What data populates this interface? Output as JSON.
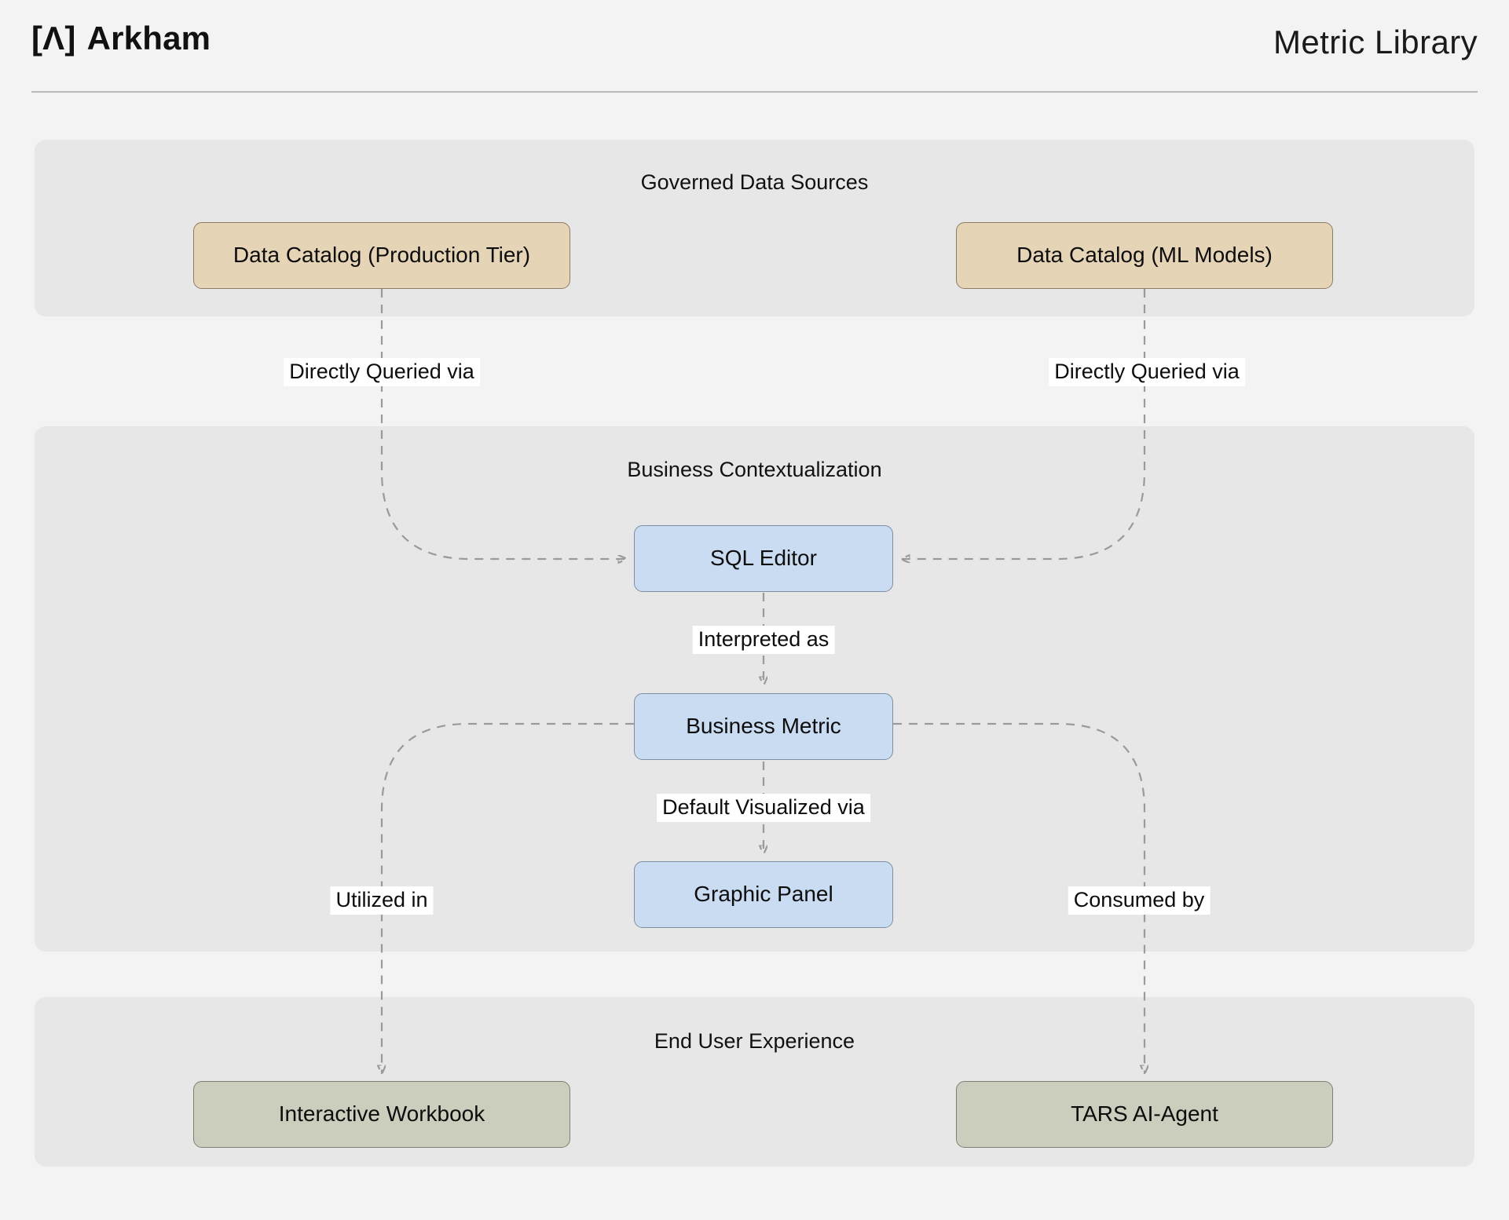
{
  "header": {
    "brand_mark": "[Λ]",
    "brand_name": "Arkham",
    "title": "Metric Library"
  },
  "diagram": {
    "type": "flowchart",
    "direction": "top-to-bottom",
    "lanes": [
      {
        "id": "governed",
        "title": "Governed Data Sources"
      },
      {
        "id": "business",
        "title": "Business Contextualization"
      },
      {
        "id": "enduser",
        "title": "End User Experience"
      }
    ],
    "nodes": [
      {
        "id": "catalog_prod",
        "label": "Data Catalog (Production Tier)",
        "lane": "governed",
        "kind": "source"
      },
      {
        "id": "catalog_ml",
        "label": "Data Catalog (ML Models)",
        "lane": "governed",
        "kind": "source"
      },
      {
        "id": "sql_editor",
        "label": "SQL Editor",
        "lane": "business",
        "kind": "process"
      },
      {
        "id": "business_metric",
        "label": "Business Metric",
        "lane": "business",
        "kind": "process"
      },
      {
        "id": "graphic_panel",
        "label": "Graphic Panel",
        "lane": "business",
        "kind": "process"
      },
      {
        "id": "workbook",
        "label": "Interactive Workbook",
        "lane": "enduser",
        "kind": "consumer"
      },
      {
        "id": "tars",
        "label": "TARS AI-Agent",
        "lane": "enduser",
        "kind": "consumer"
      }
    ],
    "edges": [
      {
        "from": "catalog_prod",
        "to": "sql_editor",
        "label": "Directly Queried via"
      },
      {
        "from": "catalog_ml",
        "to": "sql_editor",
        "label": "Directly Queried via"
      },
      {
        "from": "sql_editor",
        "to": "business_metric",
        "label": "Interpreted as"
      },
      {
        "from": "business_metric",
        "to": "graphic_panel",
        "label": "Default Visualized via"
      },
      {
        "from": "business_metric",
        "to": "workbook",
        "label": "Utilized in"
      },
      {
        "from": "business_metric",
        "to": "tars",
        "label": "Consumed by"
      }
    ],
    "colors": {
      "page_background": "#f3f3f3",
      "lane_background": "#e7e7e7",
      "source_fill": "#e6d4b7",
      "source_stroke": "#8a7d68",
      "process_fill": "#c9dcf2",
      "process_stroke": "#7e8da0",
      "consumer_fill": "#cbcdbd",
      "consumer_stroke": "#7d7f72",
      "edge_stroke": "#9a9a9a",
      "arrowhead": "#111111",
      "label_background": "#ffffff",
      "text": "#0d0d0d"
    }
  }
}
